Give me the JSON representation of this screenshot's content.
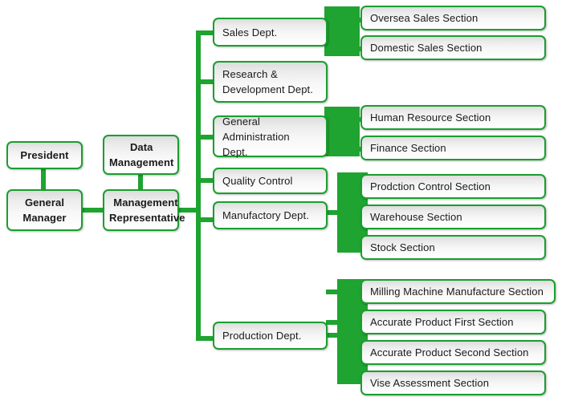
{
  "diagram": {
    "title": "Organization Chart",
    "accent_color": "#1fa331",
    "border_color": "#1b9e2f",
    "box_fill_top": "#dcdcdc",
    "box_fill_bottom": "#ffffff",
    "text_color": "#1a1a1a",
    "background": "#ffffff"
  },
  "executive": {
    "president": "President",
    "general_manager": "General Manager",
    "data_management": "Data Management",
    "management_representative": "Management Representative"
  },
  "departments": [
    {
      "label": "Sales Dept."
    },
    {
      "label": "Research & Development Dept."
    },
    {
      "label": "General Administration Dept."
    },
    {
      "label": "Quality Control"
    },
    {
      "label": "Manufactory Dept."
    },
    {
      "label": "Production Dept."
    }
  ],
  "sections": {
    "sales": [
      "Oversea Sales Section",
      "Domestic Sales Section"
    ],
    "general_administration": [
      "Human Resource Section",
      "Finance Section"
    ],
    "manufactory": [
      "Prodction Control Section",
      "Warehouse Section",
      "Stock Section"
    ],
    "production": [
      "Milling Machine Manufacture Section",
      "Accurate Product First Section",
      "Accurate Product Second Section",
      "Vise Assessment Section"
    ]
  }
}
